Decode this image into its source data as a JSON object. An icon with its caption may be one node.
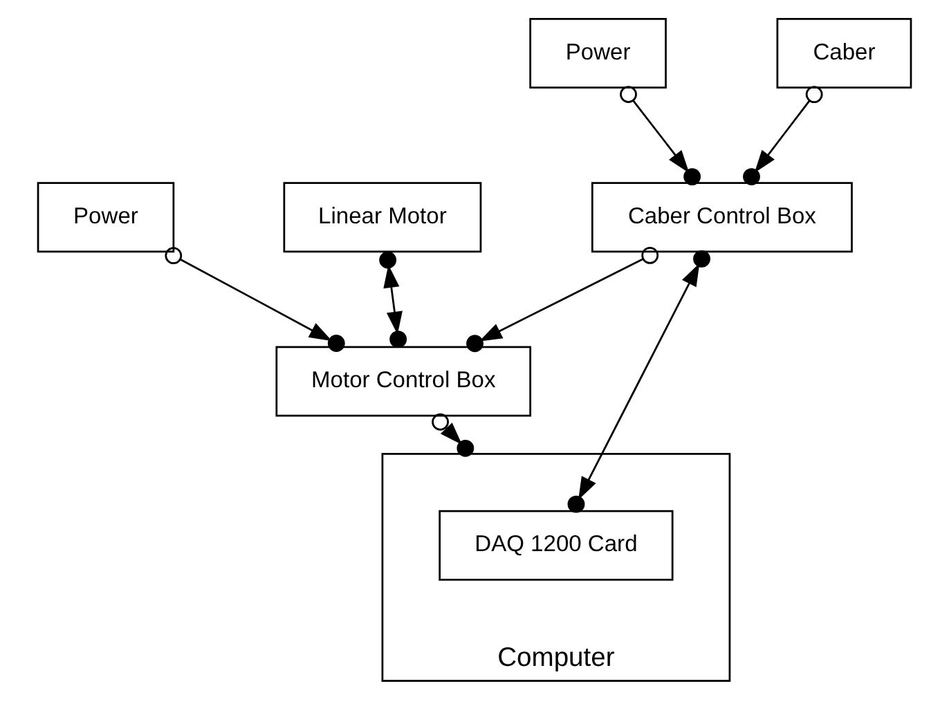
{
  "diagram": {
    "nodes": [
      {
        "text": [
          "Power"
        ]
      },
      {
        "text": [
          "Power"
        ]
      },
      {
        "text": [
          "Motor Control Box"
        ]
      },
      {
        "text": [
          "Caber Control Box"
        ]
      },
      {
        "text": [
          "Computer"
        ]
      },
      {
        "text": [
          "DAQ 1200 Card"
        ],
        "in": 4
      },
      {
        "text": [
          "Caber"
        ]
      },
      {
        "text": [
          "Linear Motor"
        ]
      }
    ],
    "edges": [
      {
        "from": 0,
        "to": 2,
        "arrow": "to"
      },
      {
        "from": 1,
        "to": 3,
        "arrow": "to"
      },
      {
        "from": 3,
        "to": 2,
        "arrow": "to"
      },
      {
        "from": 2,
        "to": 4,
        "arrow": "to"
      },
      {
        "from": 3,
        "to": 5,
        "arrow": "both"
      },
      {
        "from": 7,
        "to": 2,
        "arrow": "both"
      },
      {
        "from": 6,
        "to": 3,
        "arrow": "to"
      }
    ]
  }
}
